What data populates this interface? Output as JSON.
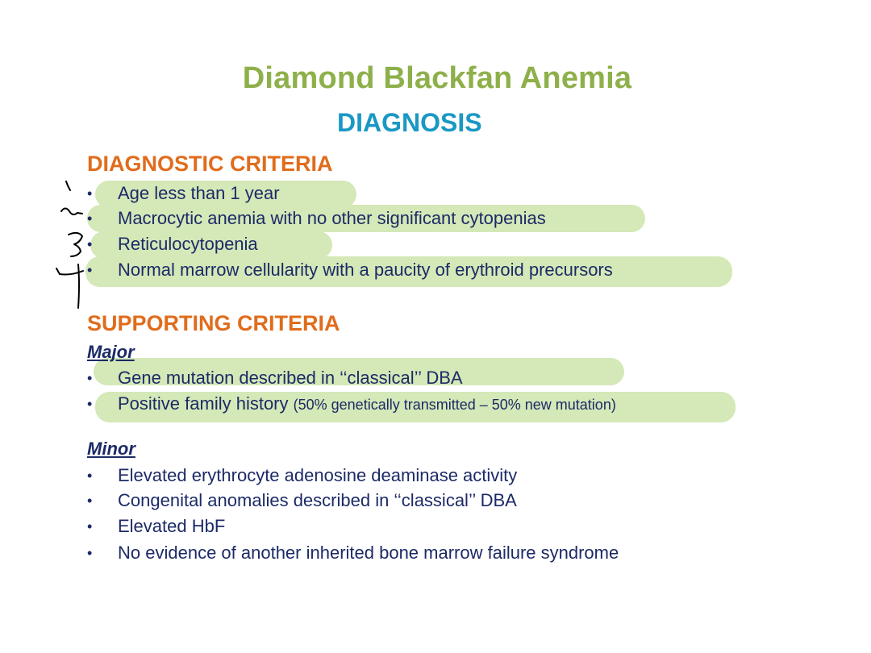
{
  "header": {
    "title": "Diamond Blackfan Anemia",
    "subtitle": "DIAGNOSIS"
  },
  "diagnostic": {
    "heading": "DIAGNOSTIC CRITERIA",
    "items": [
      "Age less than 1 year",
      "Macrocytic anemia with no other significant cytopenias",
      "Reticulocytopenia",
      "Normal marrow cellularity with a paucity of erythroid precursors"
    ]
  },
  "supporting": {
    "heading": "SUPPORTING CRITERIA",
    "major": {
      "label": "Major",
      "items": [
        {
          "text": "Gene mutation described in ‘‘classical’’ DBA",
          "note": ""
        },
        {
          "text": "Positive family history ",
          "note": "(50% genetically transmitted – 50% new mutation)"
        }
      ]
    },
    "minor": {
      "label": "Minor",
      "items": [
        "Elevated erythrocyte adenosine deaminase activity",
        "Congenital anomalies described in ‘‘classical’’ DBA",
        "Elevated HbF",
        "No evidence of another inherited bone marrow failure syndrome"
      ]
    }
  },
  "bullet_glyph": "•",
  "colors": {
    "title": "#8eb04a",
    "subtitle": "#1a98c4",
    "section_heading": "#e06c1c",
    "body_text": "#1c2a66",
    "highlight": "#d4e8b8",
    "ink": "#000000"
  }
}
